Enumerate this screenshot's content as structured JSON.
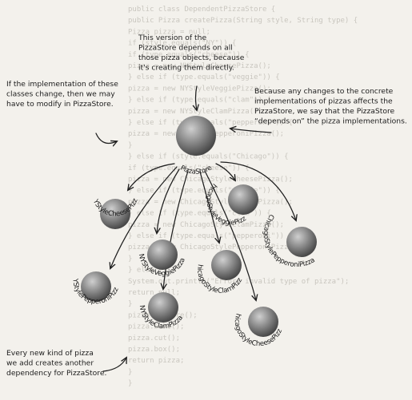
{
  "background_code": [
    "public class DependentPizzaStore {",
    "  public Pizza createPizza(String style, String type) {",
    "    Pizza pizza = null;",
    "    if (style.equals(\"NY\")) {",
    "      if (type.equals(\"cheese\")) {",
    "        pizza = new NYStyleCheesePizza();",
    "      } else if (type.equals(\"veggie\")) {",
    "        pizza = new NYStyleVeggiePizza();",
    "      } else if (type.equals(\"clam\")) {",
    "        pizza = new NYStyleClamPizza();",
    "      } else if (type.equals(\"pepperoni\")) {",
    "        pizza = new NYStylePepperoniPizza();",
    "      }",
    "    } else if (style.equals(\"Chicago\")) {",
    "      if (type.equals(\"cheese\")) {",
    "        pizza = new ChicagoStyleCheesePizza();",
    "      } else if (type.equals(\"veggie\")) {",
    "        pizza = new ChicagoStyleVeggiePizza();",
    "      } else if (type.equals(\"clam\")) {",
    "        pizza = new ChicagoStyleClamPizza();",
    "      } else if (type.equals(\"pepperoni\")) {",
    "        pizza = new ChicagoStylePepperoniPizza();",
    "      }",
    "    } else {",
    "      System.out.println(\"Error: invalid type of pizza\");",
    "      return null;",
    "    }",
    "    pizza.prepare();",
    "    pizza.bake();",
    "    pizza.cut();",
    "    pizza.box();",
    "    return pizza;",
    "  }",
    "}"
  ],
  "notes": {
    "top": [
      "This version of the",
      "PizzaStore depends on all",
      "those pizza objects, because",
      "it's creating them directly."
    ],
    "left": [
      "If the implementation of these",
      "classes change, then we may",
      "have to modify in PizzaStore."
    ],
    "right": [
      "Because any changes to the concrete",
      "implementations of pizzas affects the",
      "PizzaStore, we say that the PizzaStore",
      "“depends on” the pizza implementations."
    ],
    "bottom": [
      "Every new kind of pizza",
      "we add creates another",
      "dependency for PizzaStore."
    ]
  },
  "store_label": "PizzaStore",
  "pizzas": [
    "NYStyleCheesePizza",
    "NYStyleVeggiePizza",
    "NYStylePepperoniPizza",
    "NYStyleClamPizza",
    "ChicagoStyleVeggiePizza",
    "ChicagoStyleClamPizza",
    "ChicagoStyleCheesePizza",
    "ChicagoStylePepperoniPizza"
  ]
}
